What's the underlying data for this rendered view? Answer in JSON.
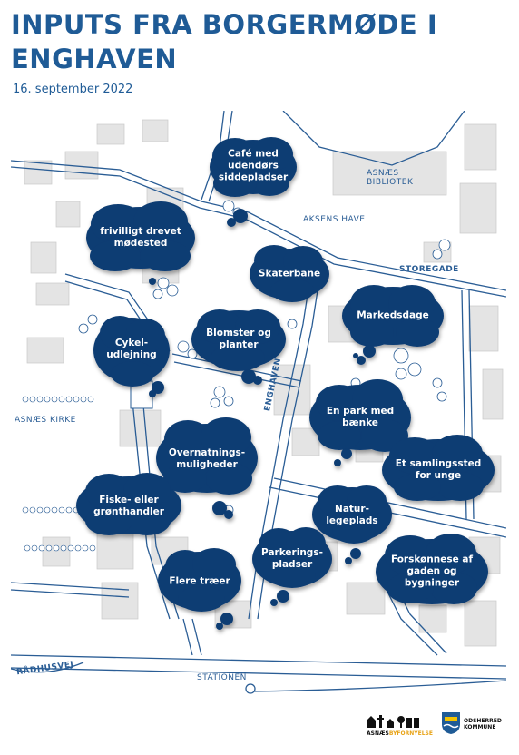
{
  "header": {
    "title": "INPUTS FRA BORGERMØDE I ENGHAVEN",
    "date": "16. september 2022"
  },
  "map": {
    "streets": {
      "storegade": "STOREGADE",
      "enghaven": "ENGHAVEN",
      "aksens_have": "AKSENS HAVE",
      "asnaes_bibliotek_1": "ASNÆS",
      "asnaes_bibliotek_2": "BIBLIOTEK",
      "asnaes_kirke": "ASNÆS KIRKE",
      "stationen": "STATIONEN",
      "raadhusvej": "RÅDHUSVEJ"
    },
    "clouds": [
      {
        "id": "cafe",
        "line1": "Café med",
        "line2": "udendørs",
        "line3": "siddepladser"
      },
      {
        "id": "moedested",
        "line1": "frivilligt drevet",
        "line2": "mødested"
      },
      {
        "id": "skaterbane",
        "line1": "Skaterbane"
      },
      {
        "id": "markedsdage",
        "line1": "Markedsdage"
      },
      {
        "id": "cykel",
        "line1": "Cykel-",
        "line2": "udlejning"
      },
      {
        "id": "blomster",
        "line1": "Blomster og",
        "line2": "planter"
      },
      {
        "id": "park",
        "line1": "En park med",
        "line2": "bænke"
      },
      {
        "id": "overnatning",
        "line1": "Overnatnings-",
        "line2": "muligheder"
      },
      {
        "id": "samlingssted",
        "line1": "Et samlingssted",
        "line2": "for unge"
      },
      {
        "id": "fisk",
        "line1": "Fiske- eller",
        "line2": "grønthandler"
      },
      {
        "id": "legeplads",
        "line1": "Natur-",
        "line2": "legeplads"
      },
      {
        "id": "parkering",
        "line1": "Parkerings-",
        "line2": "pladser"
      },
      {
        "id": "traeer",
        "line1": "Flere træer"
      },
      {
        "id": "forskoennelse",
        "line1": "Forskønnese af",
        "line2": "gaden og",
        "line3": "bygninger"
      }
    ]
  },
  "footer": {
    "logo1_line1": "ASNÆS",
    "logo1_line2": "BYFORNYELSE",
    "logo2_line1": "ODSHERRED",
    "logo2_line2": "KOMMUNE"
  },
  "colors": {
    "brand": "#1f5b96",
    "cloud": "#0d3c73",
    "road": "#2a5d95"
  }
}
